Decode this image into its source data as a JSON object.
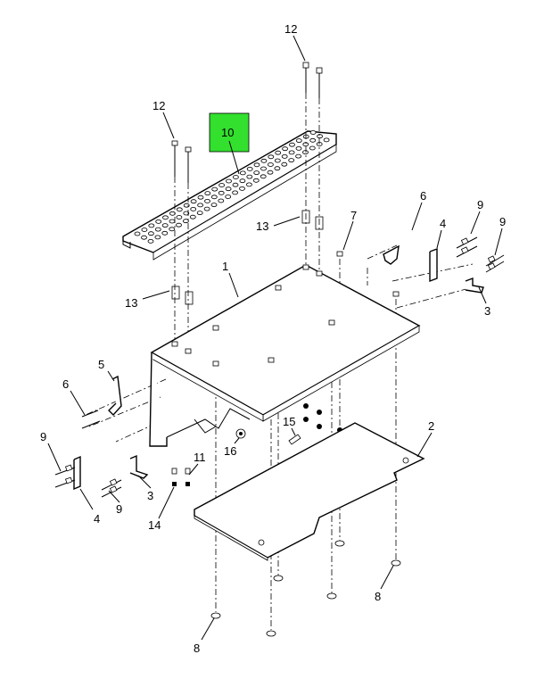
{
  "highlight_color": "#33e02e",
  "callouts": {
    "c1": "1",
    "c2": "2",
    "c3a": "3",
    "c3b": "3",
    "c4a": "4",
    "c4b": "4",
    "c5": "5",
    "c6a": "6",
    "c6b": "6",
    "c7": "7",
    "c8a": "8",
    "c8b": "8",
    "c9a": "9",
    "c9b": "9",
    "c9c": "9",
    "c9d": "9",
    "c10": "10",
    "c11": "11",
    "c12a": "12",
    "c12b": "12",
    "c13a": "13",
    "c13b": "13",
    "c14": "14",
    "c15": "15",
    "c16": "16"
  }
}
